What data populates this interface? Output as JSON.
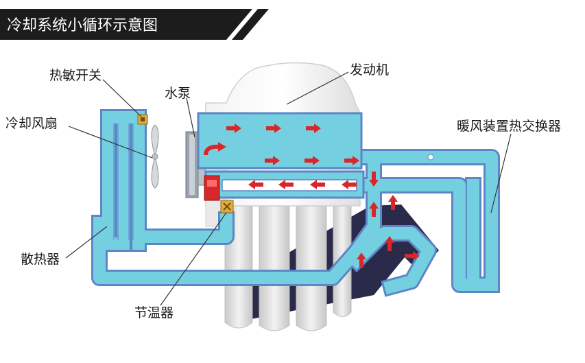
{
  "title": "冷却系统小循环示意图",
  "labels": {
    "thermo_switch": "热敏开关",
    "cooling_fan": "冷却风扇",
    "water_pump": "水泵",
    "engine": "发动机",
    "heater_core": "暖风装置热交换器",
    "radiator": "散热器",
    "thermostat": "节温器"
  },
  "colors": {
    "coolant_fill": "#74d0e0",
    "pipe_outline": "#5d86c6",
    "flow_arrow": "#d8272a",
    "manifold": "#2a2a4a",
    "title_bar": "#1c1c1c"
  }
}
